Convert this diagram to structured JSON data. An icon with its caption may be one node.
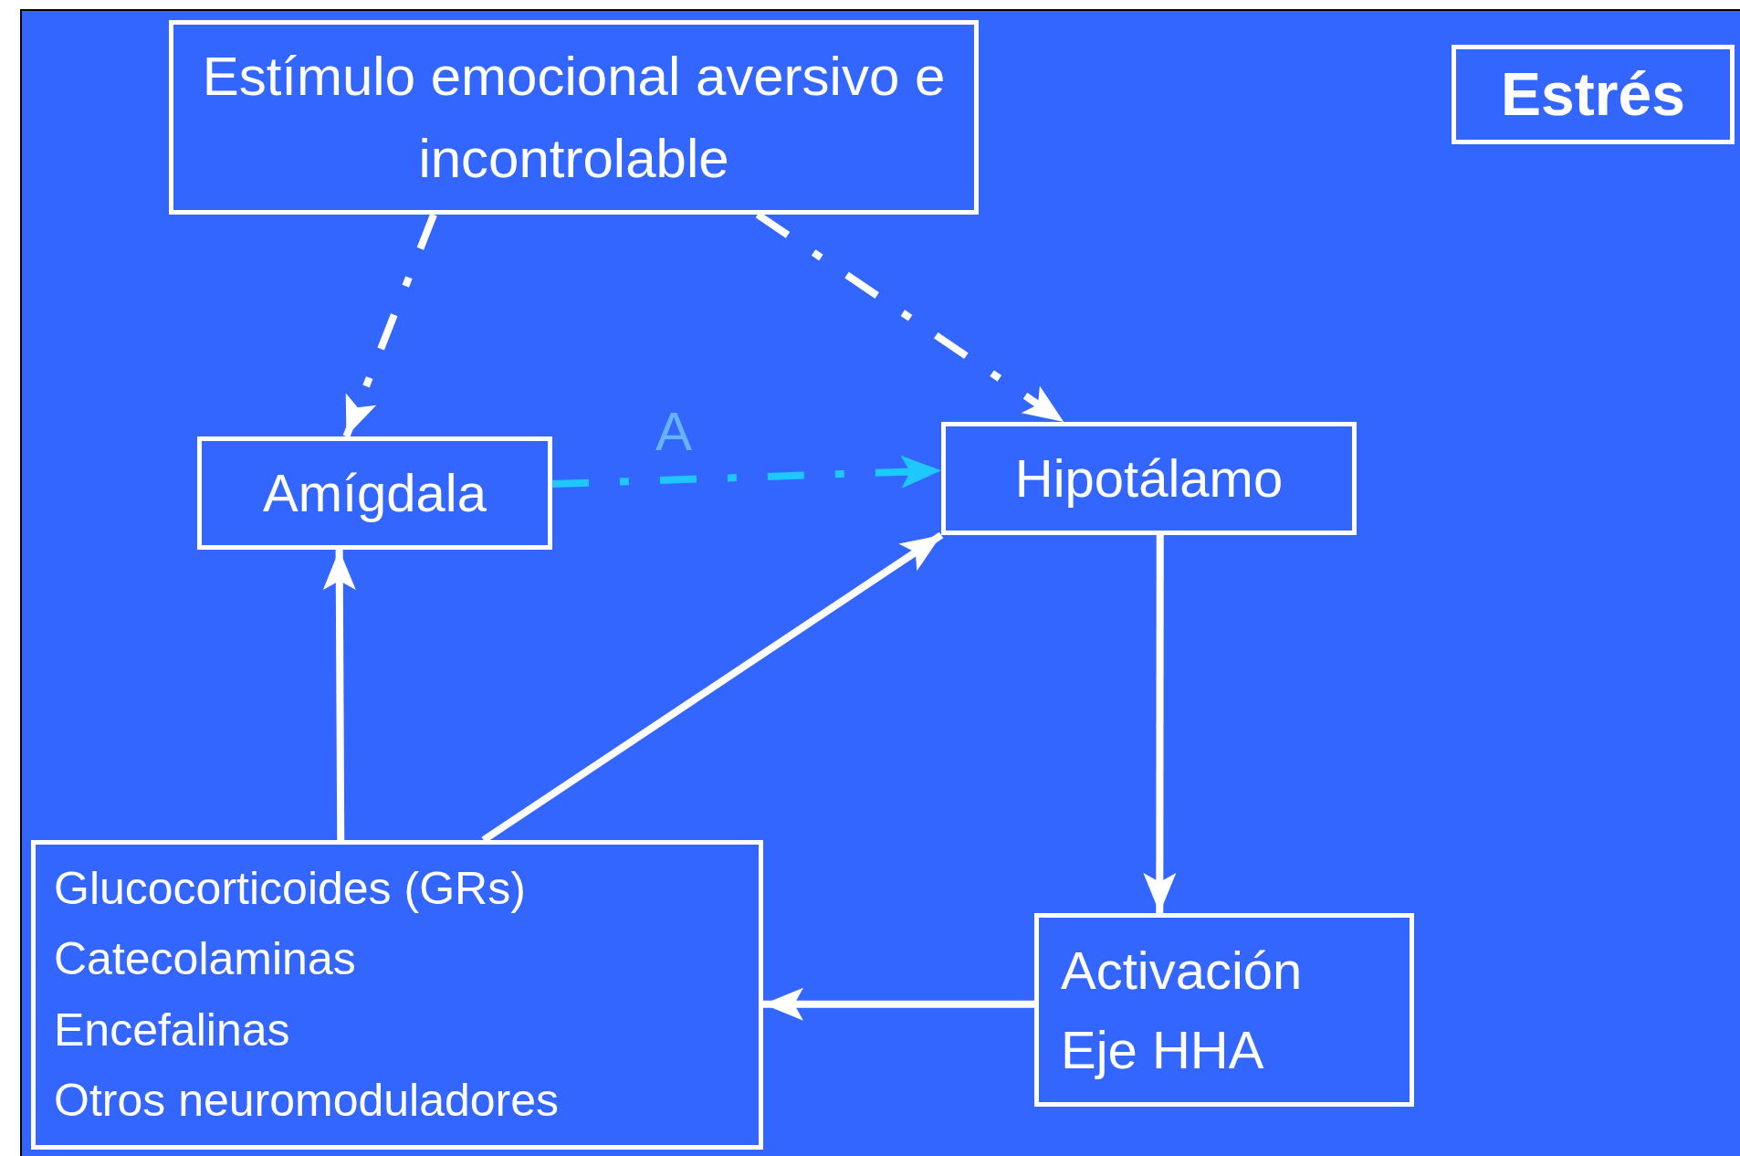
{
  "diagram": {
    "nodes": [
      {
        "text": [
          "Estímulo emocional aversivo e incontrolable"
        ]
      },
      {
        "text": [
          "Estrés"
        ]
      },
      {
        "text": [
          "Amígdala"
        ]
      },
      {
        "text": [
          "Hipotálamo"
        ]
      },
      {
        "text": [
          "Glucocorticoides (GRs)",
          "Catecolaminas",
          "Encefalinas",
          "Otros neuromoduladores"
        ]
      },
      {
        "text": [
          "Activación Eje HHA"
        ]
      }
    ],
    "edges": [
      {
        "from": 0,
        "to": 2,
        "arrow": "to",
        "style": "dashed"
      },
      {
        "from": 0,
        "to": 3,
        "arrow": "to",
        "style": "dashed"
      },
      {
        "from": 2,
        "to": 3,
        "arrow": "to",
        "style": "dashed",
        "color": "#1ec8ff",
        "label": "A"
      },
      {
        "from": 3,
        "to": 5,
        "arrow": "to"
      },
      {
        "from": 5,
        "to": 4,
        "arrow": "to"
      },
      {
        "from": 4,
        "to": 2,
        "arrow": "to"
      },
      {
        "from": 4,
        "to": 3,
        "arrow": "to"
      }
    ]
  }
}
